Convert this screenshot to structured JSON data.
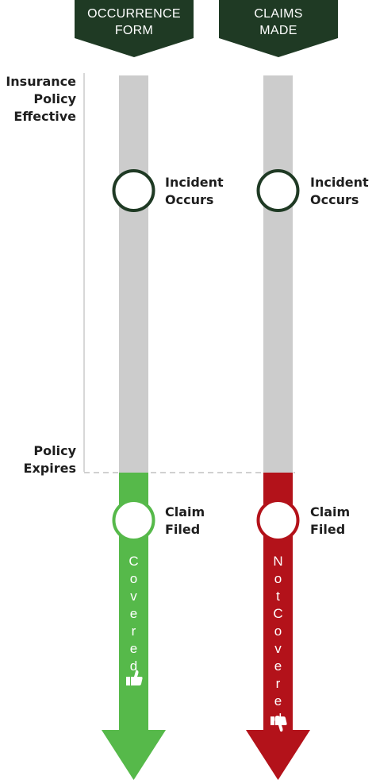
{
  "columns": {
    "occurrence": {
      "header_line1": "OCCURRENCE",
      "header_line2": "FORM",
      "incident_line1": "Incident",
      "incident_line2": "Occurs",
      "claim_line1": "Claim",
      "claim_line2": "Filed",
      "result_letters": [
        "C",
        "o",
        "v",
        "e",
        "r",
        "e",
        "d"
      ],
      "result_icon": "thumbs-up-icon"
    },
    "claims_made": {
      "header_line1": "CLAIMS",
      "header_line2": "MADE",
      "incident_line1": "Incident",
      "incident_line2": "Occurs",
      "claim_line1": "Claim",
      "claim_line2": "Filed",
      "result_letters": [
        "N",
        "o",
        "t",
        "C",
        "o",
        "v",
        "e",
        "r",
        "e",
        "d"
      ],
      "result_icon": "thumbs-down-icon"
    }
  },
  "timeline": {
    "start_line1": "Insurance",
    "start_line2": "Policy",
    "start_line3": "Effective",
    "end_line1": "Policy",
    "end_line2": "Expires"
  },
  "colors": {
    "header_bg": "#1f3a24",
    "policy_bar": "#cccccc",
    "covered": "#56b94a",
    "not_covered": "#b3121a",
    "incident_ring": "#1f3a24",
    "text": "#1e1e1e"
  }
}
